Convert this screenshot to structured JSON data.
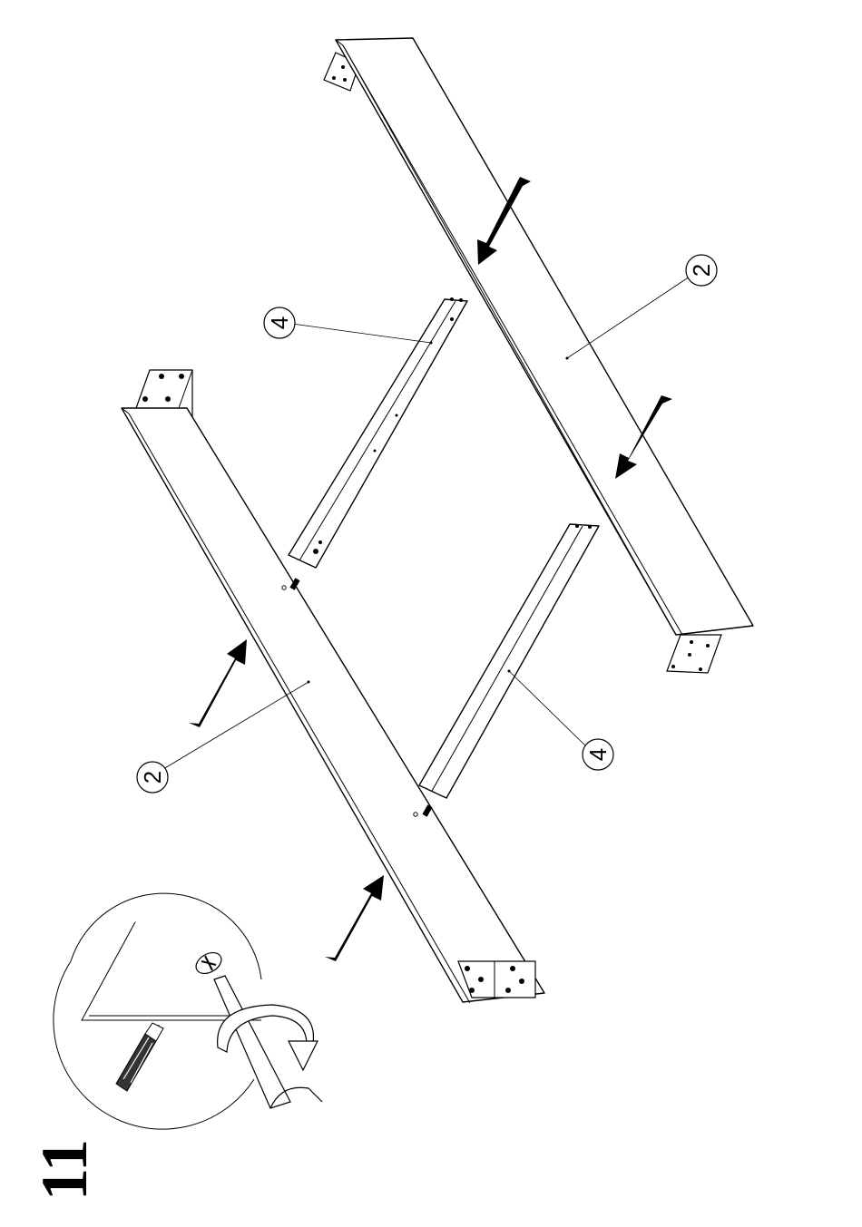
{
  "step": {
    "number": "11"
  },
  "callouts": [
    {
      "id": "rail-right",
      "label": "2"
    },
    {
      "id": "slat-top",
      "label": "4"
    },
    {
      "id": "rail-left",
      "label": "2"
    },
    {
      "id": "slat-bottom",
      "label": "4"
    }
  ],
  "icons": {
    "screwdriver": "screwdriver-icon",
    "rotation": "clockwise-rotation-icon",
    "dowel": "dowel-icon",
    "arrow": "push-arrow-icon"
  }
}
